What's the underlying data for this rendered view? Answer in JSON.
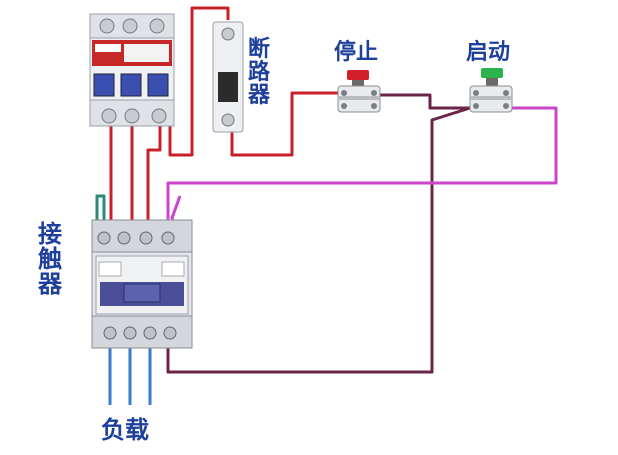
{
  "labels": {
    "breaker": "断路器",
    "stop": "停止",
    "start": "启动",
    "contactor": "接触器",
    "load": "负载"
  },
  "colors": {
    "label": "#1f3f9c",
    "power_wire": "#c8202a",
    "control_wire": "#6a2448",
    "start_wire": "#cc44cc",
    "load_wire": "#3a7ad0",
    "aux_wire": "#2a8a7a",
    "stop_button": "#d21f2a",
    "start_button": "#2bb24a"
  }
}
